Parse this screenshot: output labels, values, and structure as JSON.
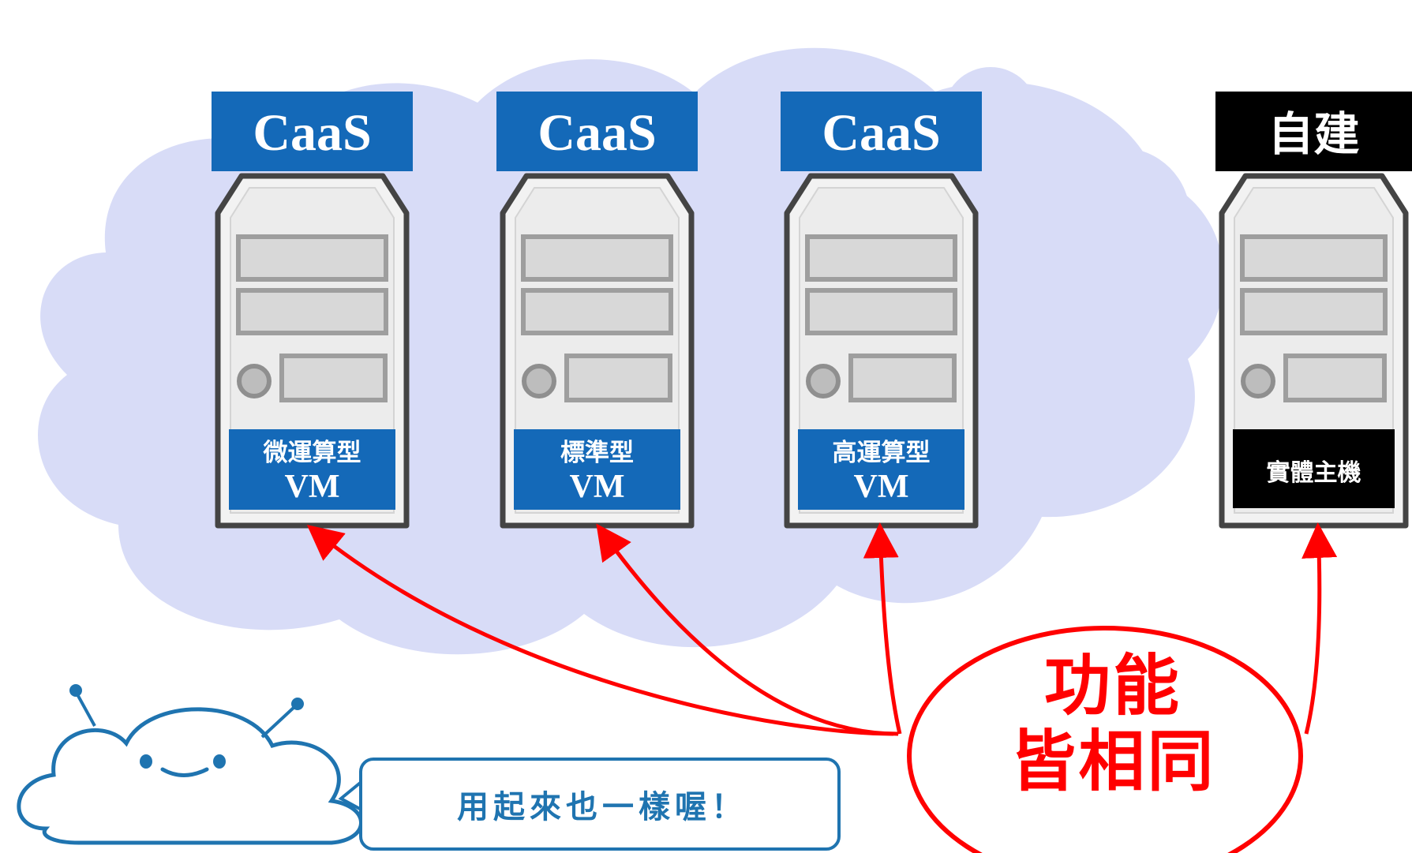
{
  "servers": [
    {
      "header": "CaaS",
      "footer_lines": [
        "微運算型",
        "VM"
      ],
      "header_color": "#1469b8",
      "footer_color": "#1469b8"
    },
    {
      "header": "CaaS",
      "footer_lines": [
        "標準型",
        "VM"
      ],
      "header_color": "#1469b8",
      "footer_color": "#1469b8"
    },
    {
      "header": "CaaS",
      "footer_lines": [
        "高運算型",
        "VM"
      ],
      "header_color": "#1469b8",
      "footer_color": "#1469b8"
    },
    {
      "header": "自建",
      "footer_lines": [
        "實體主機"
      ],
      "header_color": "#000000",
      "footer_color": "#000000"
    }
  ],
  "callout": {
    "lines": [
      "功能",
      "皆相同"
    ],
    "color": "#ff0000"
  },
  "mascot": {
    "speech": "用起來也一樣喔！",
    "color": "#1f74b0"
  },
  "colors": {
    "cloud_fill": "#d8dcf7",
    "server_body": "#f2f2f2",
    "server_border": "#444444",
    "server_inner": "#e8e8e8"
  },
  "icons": [
    "cloud-background",
    "server-icon",
    "mascot-cloud-icon",
    "arrow-icon"
  ]
}
